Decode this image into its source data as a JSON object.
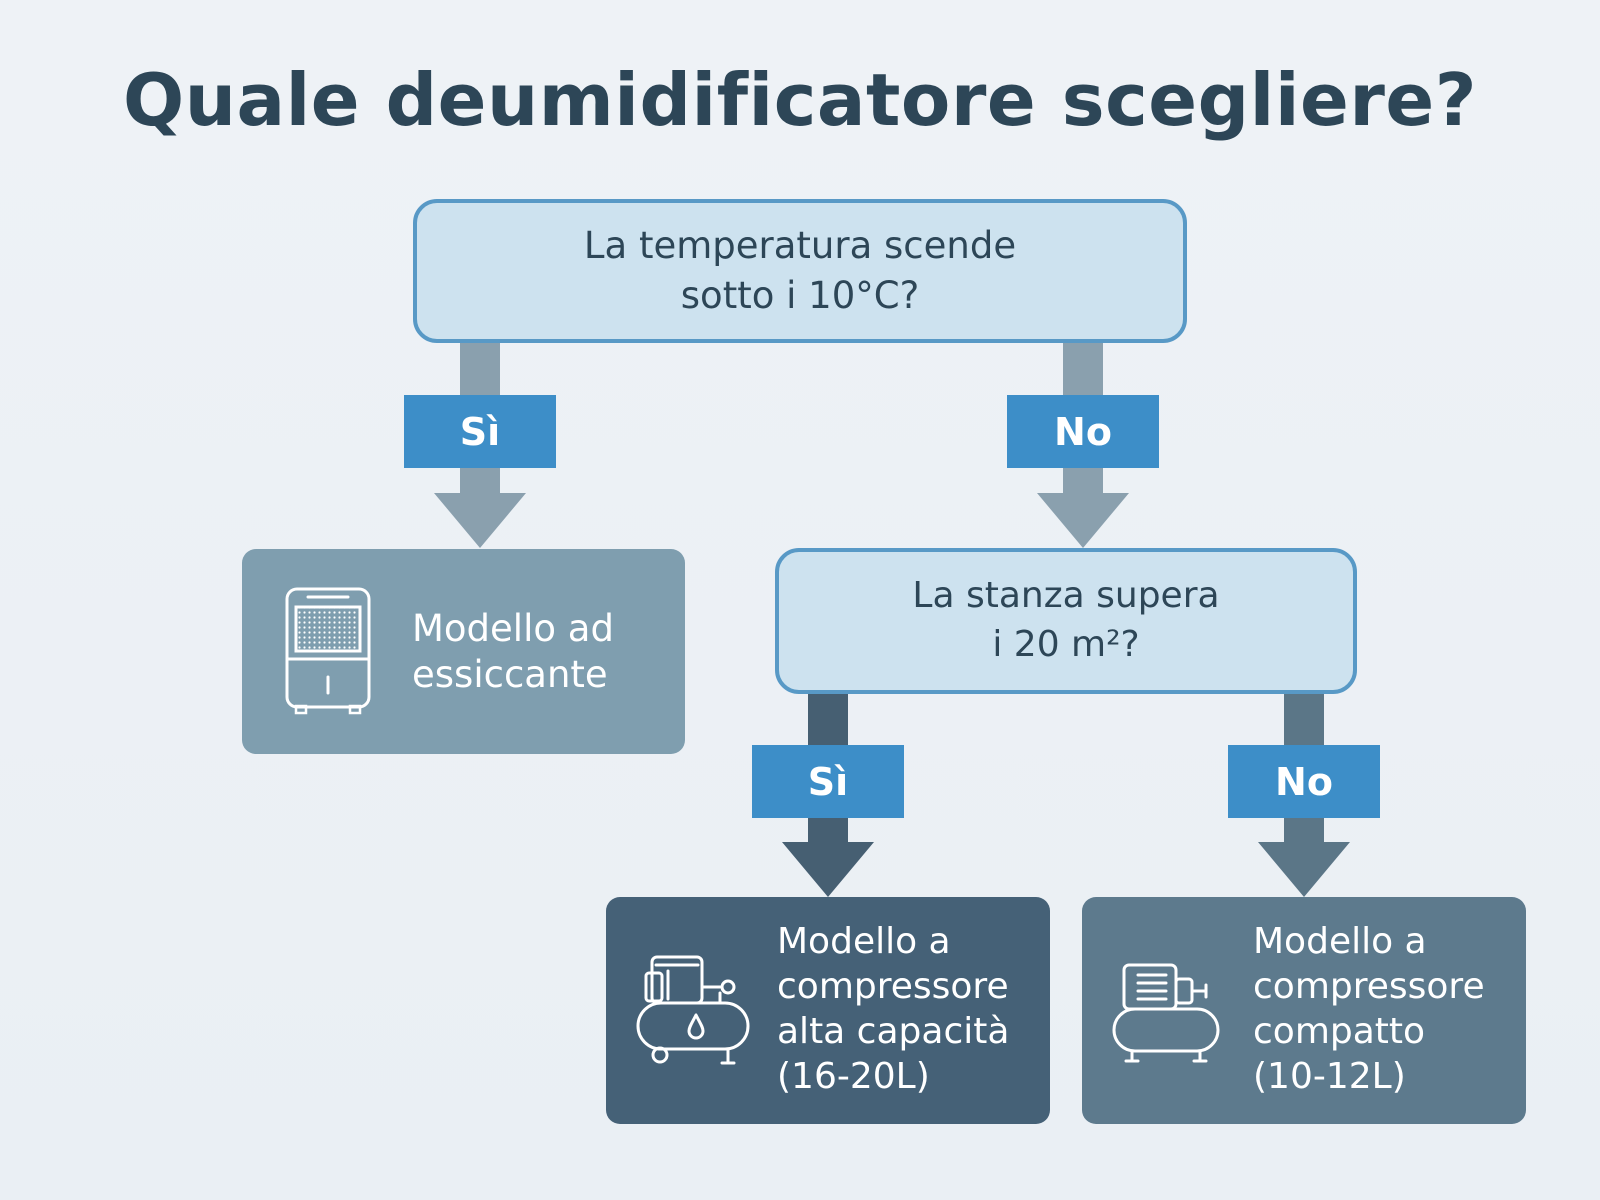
{
  "title": "Quale deumidificatore scegliere?",
  "question_1": {
    "line_1": "La temperatura scende",
    "line_2": "sotto i 10°C?",
    "yes_label": "Sì",
    "no_label": "No"
  },
  "question_2": {
    "line_1": "La stanza supera",
    "line_2": "i 20 m²?",
    "yes_label": "Sì",
    "no_label": "No"
  },
  "result_desiccant": {
    "icon": "desiccant-dehumidifier-icon",
    "lines": [
      "Modello ad",
      "essiccante"
    ]
  },
  "result_high_capacity": {
    "icon": "large-compressor-icon",
    "lines": [
      "Modello a",
      "compressore",
      "alta capacità",
      "(16-20L)"
    ]
  },
  "result_compact": {
    "icon": "compact-compressor-icon",
    "lines": [
      "Modello a",
      "compressore",
      "compatto",
      "(10-12L)"
    ]
  },
  "colors": {
    "question_fill": "#cde2ef",
    "question_border": "#5899c6",
    "label_fill": "#3d8ec8",
    "result_desiccant": "#7f9eaf",
    "result_high_capacity": "#456177",
    "result_compact": "#5d7a8d"
  }
}
